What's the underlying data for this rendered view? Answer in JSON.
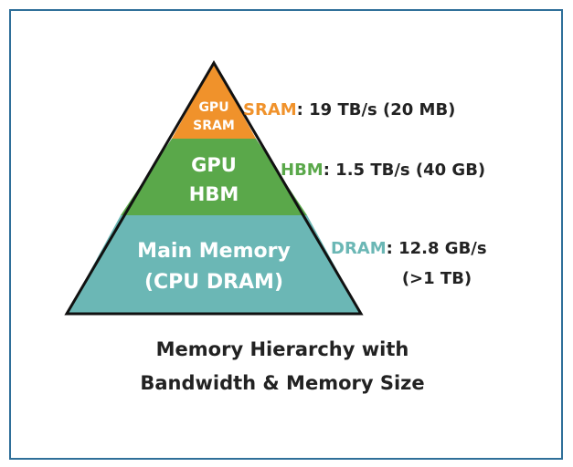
{
  "colors": {
    "sram": "#f0922b",
    "hbm": "#5aa84a",
    "dram": "#6bb7b5",
    "outline": "#111111",
    "frame": "#2f6f99",
    "text": "#222222"
  },
  "pyramid": {
    "sram_tier": {
      "line1": "GPU",
      "line2": "SRAM"
    },
    "hbm_tier": {
      "line1": "GPU",
      "line2": "HBM"
    },
    "dram_tier": {
      "line1": "Main Memory",
      "line2": "(CPU DRAM)"
    }
  },
  "labels": {
    "sram": {
      "name": "SRAM",
      "value": ": 19 TB/s (20 MB)"
    },
    "hbm": {
      "name": "HBM",
      "value": ": 1.5 TB/s (40 GB)"
    },
    "dram": {
      "name": "DRAM",
      "value": ": 12.8 GB/s",
      "value2": "(>1 TB)"
    }
  },
  "caption": {
    "line1": "Memory Hierarchy with",
    "line2": "Bandwidth & Memory Size"
  }
}
